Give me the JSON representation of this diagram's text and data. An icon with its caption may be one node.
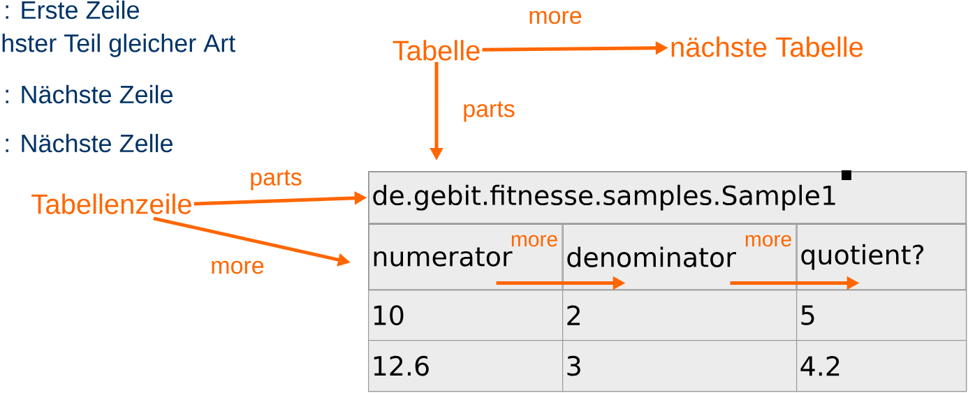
{
  "diagram": {
    "nodes": [
      {
        "text": [
          "Tabelle"
        ]
      },
      {
        "text": [
          "nächste Tabelle"
        ]
      },
      {
        "text": [
          "Tabellenzeile"
        ]
      },
      {
        "text": [],
        "shape": "box"
      },
      {
        "text": [
          "de.gebit.fitnesse.samples.Sample1"
        ],
        "in": 3
      },
      {
        "text": [],
        "shape": "box",
        "in": 3
      },
      {
        "text": [
          "numerator"
        ],
        "in": 5
      },
      {
        "text": [
          "denominator"
        ],
        "in": 5
      },
      {
        "text": [
          "quotient?"
        ],
        "in": 5
      }
    ],
    "edges": [
      {
        "from": 0,
        "to": 1,
        "arrow": "to",
        "label": "more"
      },
      {
        "from": 0,
        "to": 3,
        "arrow": "to",
        "label": "parts"
      },
      {
        "from": 2,
        "to": 4,
        "arrow": "to",
        "label": "parts"
      },
      {
        "from": 2,
        "to": 5,
        "arrow": "to",
        "label": "more"
      },
      {
        "from": 6,
        "to": 7,
        "arrow": "to",
        "label": "more"
      },
      {
        "from": 7,
        "to": 8,
        "arrow": "to",
        "label": "more"
      }
    ],
    "labels": [
      ": Erste Zeile",
      "hster Teil gleicher Art",
      ": Nächste Zeile",
      ": Nächste Zelle",
      "10",
      "2",
      "5",
      "12.6",
      "3",
      "4.2"
    ]
  }
}
